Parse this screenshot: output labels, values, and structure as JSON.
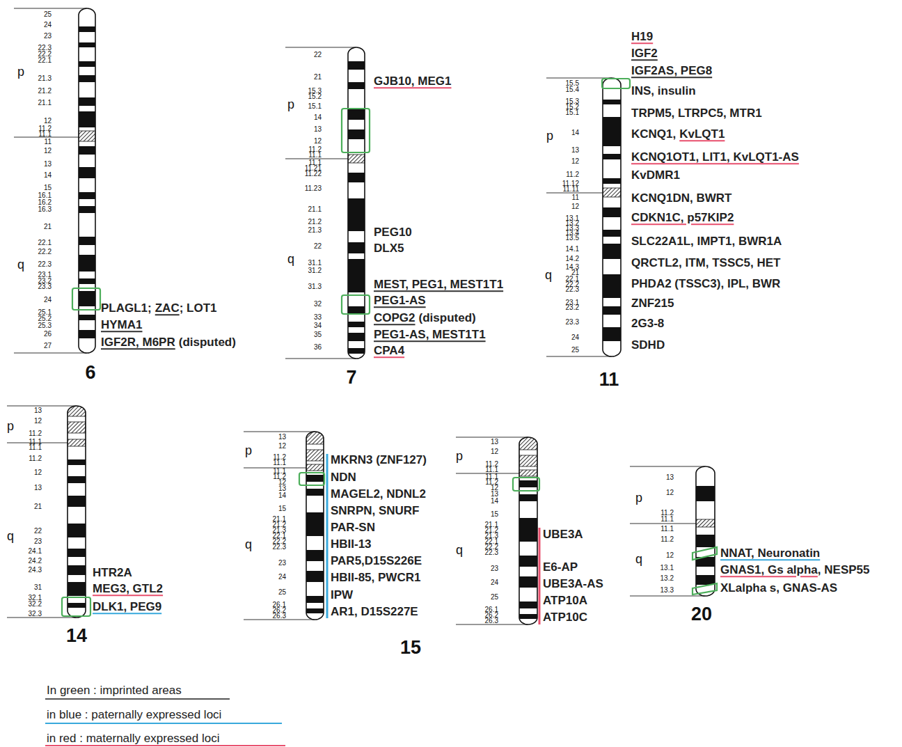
{
  "diagram": {
    "labels": [
      "25",
      "24",
      "23",
      "22.3",
      "22.2",
      "22.1",
      "21.3",
      "21.2",
      "21.1",
      "12",
      "11.2",
      "11.1",
      "11",
      "12",
      "13",
      "14",
      "15",
      "16.1",
      "16.2",
      "16.3",
      "21",
      "22.1",
      "22.2",
      "22.3",
      "23.1",
      "23.2",
      "23.3",
      "24",
      "25.1",
      "25.2",
      "25.3",
      "26",
      "27",
      "p",
      "q",
      "6",
      "PLAGL1;",
      "ZAC",
      "; LOT1",
      "HYMA1",
      "IGF2R, M6PR",
      "(disputed)",
      "22",
      "21",
      "15.3",
      "15.2",
      "15.1",
      "14",
      "13",
      "12",
      "11.2",
      "11.1",
      "11.1",
      "11.21",
      "11.22",
      "11.23",
      "21.1",
      "21.2",
      "21.3",
      "22",
      "31.1",
      "31.2",
      "31.3",
      "32",
      "33",
      "34",
      "35",
      "36",
      "p",
      "q",
      "7",
      "GJB10, MEG1",
      "PEG10",
      "DLX5",
      "MEST, PEG1, MEST1T1",
      "PEG1-AS",
      "COPG2",
      "(disputed)",
      "PEG1-AS, MEST1T1",
      "CPA4",
      "15.5",
      "15.4",
      "15.3",
      "15.2",
      "15.1",
      "14",
      "13",
      "12",
      "11.2",
      "11.12",
      "11.11",
      "11",
      "12",
      "13.1",
      "13.2",
      "13.3",
      "13.4",
      "13.5",
      "14.1",
      "14.2",
      "14.3",
      "21",
      "22.1",
      "22.2",
      "22.3",
      "23.1",
      "23.2",
      "23.3",
      "24",
      "25",
      "p",
      "q",
      "11",
      "H19",
      "IGF2",
      "IGF2AS, PEG8",
      "INS, insulin",
      "TRPM5, LTRPC5, MTR1",
      "KCNQ1,",
      "KvLQT1",
      "KCNQ1OT1, LIT1, KvLQT1-AS",
      "KvDMR1",
      "KCNQ1DN, BWRT",
      "CDKN1C, p57KIP2",
      "SLC22A1L, IMPT1, BWR1A",
      "QRCTL2, ITM, TSSC5, HET",
      "PHDA2 (TSSC3), IPL, BWR",
      "ZNF215",
      "2G3-8",
      "SDHD",
      "13",
      "12",
      "11.2",
      "11.1",
      "11.1",
      "11.2",
      "12",
      "13",
      "21",
      "22",
      "23",
      "24.1",
      "24.2",
      "24.3",
      "31",
      "32.1",
      "32.2",
      "32.3",
      "p",
      "q",
      "14",
      "HTR2A",
      "MEG3, GTL2",
      "DLK1, PEG9",
      "13",
      "12",
      "11.2",
      "11.1",
      "11.1",
      "11.2",
      "12",
      "13",
      "14",
      "15",
      "21.1",
      "21.2",
      "21.3",
      "22.1",
      "22.2",
      "22.3",
      "23",
      "24",
      "25",
      "26.1",
      "26.2",
      "26.3",
      "p",
      "q",
      "15",
      "MKRN3 (ZNF127)",
      "NDN",
      "MAGEL2, NDNL2",
      "SNRPN, SNURF",
      "PAR-SN",
      "HBII-13",
      "PAR5,D15S226E",
      "HBII-85, PWCR1",
      "IPW",
      "AR1, D15S227E",
      "13",
      "12",
      "11.2",
      "11.1",
      "11.1",
      "11.2",
      "12",
      "13",
      "14",
      "15",
      "21.1",
      "21.2",
      "21.3",
      "22.1",
      "22.2",
      "22.3",
      "23",
      "24",
      "25",
      "26.1",
      "26.2",
      "26.3",
      "p",
      "q",
      "UBE3A",
      "E6-AP",
      "UBE3A-AS",
      "ATP10A",
      "ATP10C",
      "13",
      "12",
      "11.2",
      "11.1",
      "11.1",
      "11.2",
      "12",
      "13.1",
      "13.2",
      "13.3",
      "p",
      "q",
      "20",
      "NNAT, Neuronatin",
      "GNAS1, Gs alpha",
      ", NESP55",
      "XLalpha s, GNAS-AS"
    ],
    "legend": [
      {
        "text": "In green : imprinted areas"
      },
      {
        "text": "in blue : paternally expressed loci"
      },
      {
        "text": "in red : maternally expressed loci"
      }
    ]
  }
}
